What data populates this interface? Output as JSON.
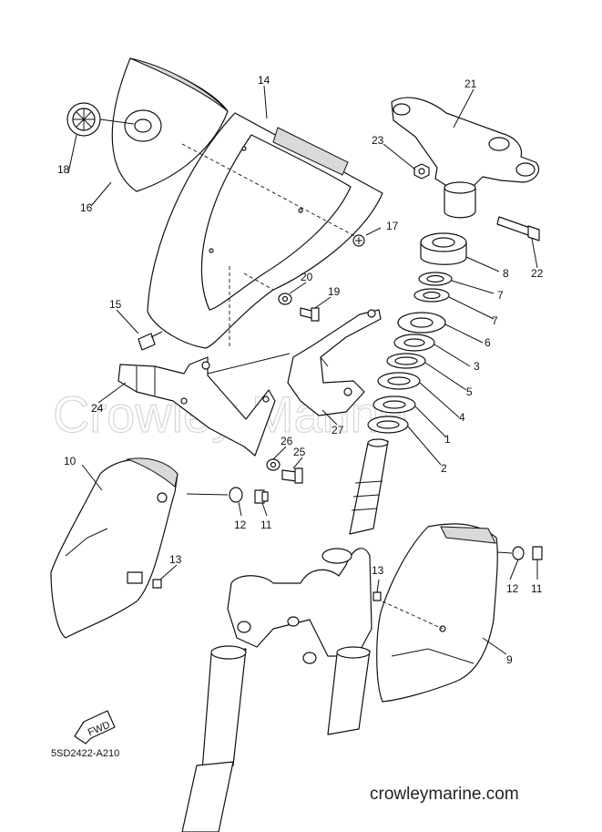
{
  "diagram_code": "5SD2422-A210",
  "watermark": "Crowley Marine",
  "site": "crowleymarine.com",
  "fwd_label": "FWD",
  "callouts": [
    {
      "id": "c1",
      "label": "1"
    },
    {
      "id": "c2",
      "label": "2"
    },
    {
      "id": "c3",
      "label": "3"
    },
    {
      "id": "c4",
      "label": "4"
    },
    {
      "id": "c5",
      "label": "5"
    },
    {
      "id": "c6",
      "label": "6"
    },
    {
      "id": "c7a",
      "label": "7"
    },
    {
      "id": "c7b",
      "label": "7"
    },
    {
      "id": "c8",
      "label": "8"
    },
    {
      "id": "c9",
      "label": "9"
    },
    {
      "id": "c10",
      "label": "10"
    },
    {
      "id": "c11a",
      "label": "11"
    },
    {
      "id": "c11b",
      "label": "11"
    },
    {
      "id": "c12a",
      "label": "12"
    },
    {
      "id": "c12b",
      "label": "12"
    },
    {
      "id": "c13a",
      "label": "13"
    },
    {
      "id": "c13b",
      "label": "13"
    },
    {
      "id": "c14",
      "label": "14"
    },
    {
      "id": "c15",
      "label": "15"
    },
    {
      "id": "c16",
      "label": "16"
    },
    {
      "id": "c17",
      "label": "17"
    },
    {
      "id": "c18",
      "label": "18"
    },
    {
      "id": "c19",
      "label": "19"
    },
    {
      "id": "c20",
      "label": "20"
    },
    {
      "id": "c21",
      "label": "21"
    },
    {
      "id": "c22",
      "label": "22"
    },
    {
      "id": "c23",
      "label": "23"
    },
    {
      "id": "c24",
      "label": "24"
    },
    {
      "id": "c25",
      "label": "25"
    },
    {
      "id": "c26",
      "label": "26"
    },
    {
      "id": "c27",
      "label": "27"
    }
  ]
}
